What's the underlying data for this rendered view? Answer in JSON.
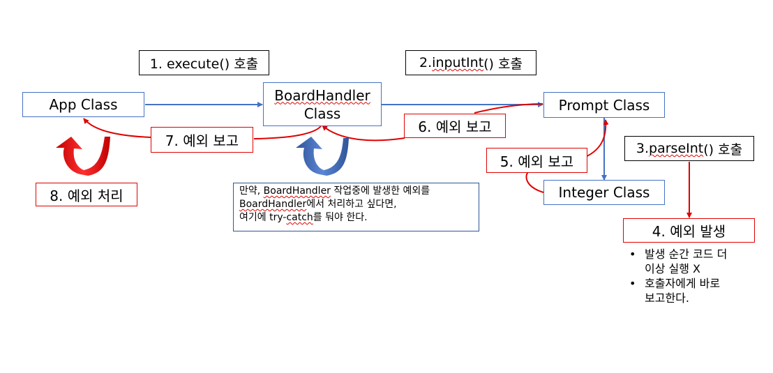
{
  "labels": {
    "execute_call": "1. execute() 호출",
    "inputint_call_prefix": "2. ",
    "inputint_call_method": "inputInt",
    "inputint_call_suffix": "() 호출",
    "parseint_call_prefix": "3. ",
    "parseint_call_method": "parseInt",
    "parseint_call_suffix": "() 호출",
    "exception_occurs": "4. 예외 발생",
    "report_5": "5. 예외 보고",
    "report_6": "6. 예외 보고",
    "report_7": "7. 예외 보고",
    "handle_8": "8. 예외 처리"
  },
  "classes": {
    "app": "App Class",
    "board_line1": "BoardHandler",
    "board_line2": "Class",
    "prompt": "Prompt Class",
    "integer": "Integer Class"
  },
  "note": {
    "line1_a": "만약, ",
    "line1_b": "BoardHandler",
    "line1_c": " 작업중에 발생한 예외를",
    "line2_a": "BoardHandler",
    "line2_b": "에서 처리하고 싶다면,",
    "line3_a": "여기에 try-",
    "line3_b": "catch",
    "line3_c": "를 둬야 한다."
  },
  "bullets": {
    "item1_line1": "발생 순간 코드 더",
    "item1_line2": "이상 실행 X",
    "item2_line1": "호출자에게 바로",
    "item2_line2": "보고한다."
  },
  "colors": {
    "call_arrow": "#4472c4",
    "report_arrow": "#e00000",
    "box_border_class": "#4472c4",
    "box_border_report": "#e00000"
  },
  "icons": {
    "handle_arrow": "red-curved-up-arrow-icon",
    "try_catch_arrow": "blue-curved-up-arrow-icon"
  }
}
